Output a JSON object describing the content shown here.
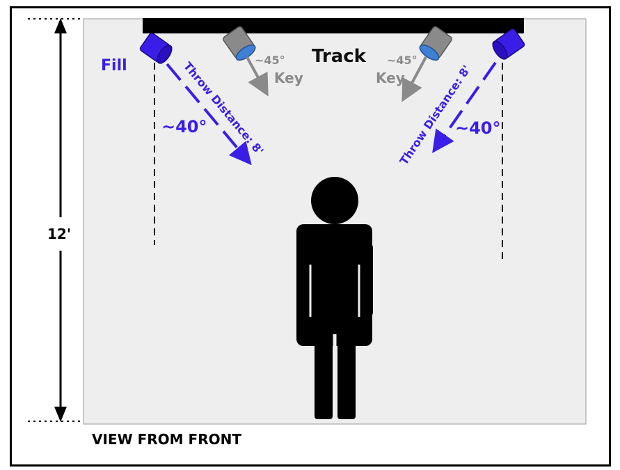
{
  "diagram": {
    "track_label": "Track",
    "fill_label": "Fill",
    "key_left_label": "Key",
    "key_right_label": "Key",
    "key_left_angle": "~45°",
    "key_right_angle": "~45°",
    "fill_left_angle": "~40°",
    "fill_right_angle": "~40°",
    "throw_left": "Throw Distance: 8'",
    "throw_right": "Throw Distance: 8'",
    "height_label": "12'",
    "view_label": "VIEW FROM FRONT",
    "colors": {
      "fill_light": "#3a1ee8",
      "key_light": "#8a8a8a",
      "key_lens": "#3f7fd6",
      "background": "#eeeeee",
      "track": "#000000"
    }
  }
}
